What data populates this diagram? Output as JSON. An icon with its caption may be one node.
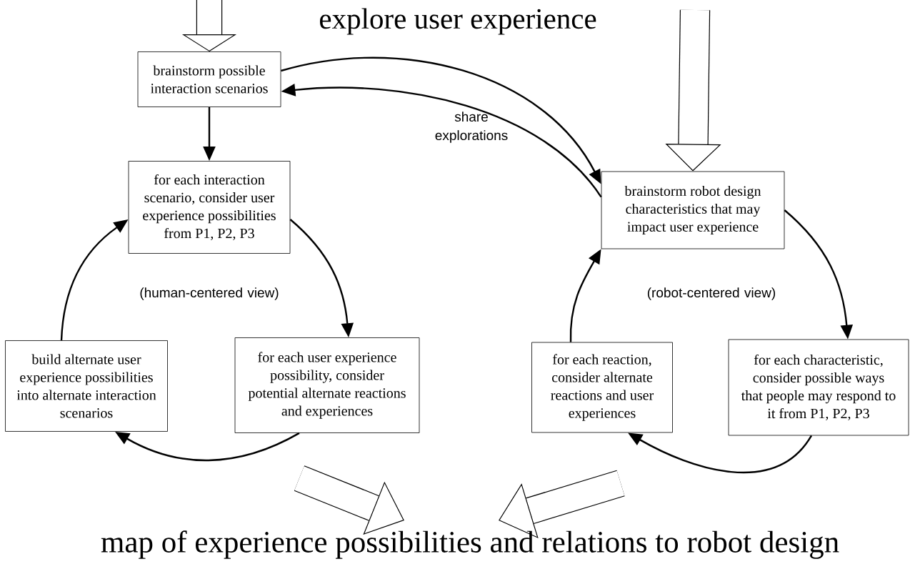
{
  "diagram": {
    "title": "explore user experience",
    "nodes": [
      {
        "text": [
          "brainstorm possible interaction scenarios"
        ]
      },
      {
        "text": [
          "for each interaction scenario, consider user experience possibilities from P1, P2, P3"
        ]
      },
      {
        "text": [
          "for each user experience possibility, consider potential alternate reactions and experiences"
        ]
      },
      {
        "text": [
          "build alternate user experience possibilities into alternate interaction scenarios"
        ]
      },
      {
        "text": [
          "brainstorm robot design characteristics that may impact user experience"
        ]
      },
      {
        "text": [
          "for each characteristic, consider possible ways that people may respond to it from P1, P2, P3"
        ]
      },
      {
        "text": [
          "for each reaction, consider alternate reactions and user experiences"
        ]
      },
      {
        "text": [
          "map of experience possibilities and relations to robot design"
        ]
      }
    ],
    "edges": [
      {
        "from": null,
        "to": 0,
        "arrow": "to",
        "style": "thick"
      },
      {
        "from": 0,
        "to": 1,
        "arrow": "to"
      },
      {
        "from": 1,
        "to": 2,
        "arrow": "to"
      },
      {
        "from": 2,
        "to": 3,
        "arrow": "to"
      },
      {
        "from": 3,
        "to": 1,
        "arrow": "to"
      },
      {
        "from": null,
        "to": 4,
        "arrow": "to",
        "style": "thick"
      },
      {
        "from": 4,
        "to": 5,
        "arrow": "to"
      },
      {
        "from": 5,
        "to": 6,
        "arrow": "to"
      },
      {
        "from": 6,
        "to": 4,
        "arrow": "to"
      },
      {
        "from": 0,
        "to": 4,
        "arrow": "to"
      },
      {
        "from": 4,
        "to": 0,
        "arrow": "to"
      },
      {
        "from": null,
        "to": 7,
        "arrow": "to",
        "style": "thick"
      },
      {
        "from": null,
        "to": 7,
        "arrow": "to",
        "style": "thick"
      }
    ],
    "labels": [
      "share explorations",
      "(human-centered view)",
      "(robot-centered view)"
    ]
  }
}
